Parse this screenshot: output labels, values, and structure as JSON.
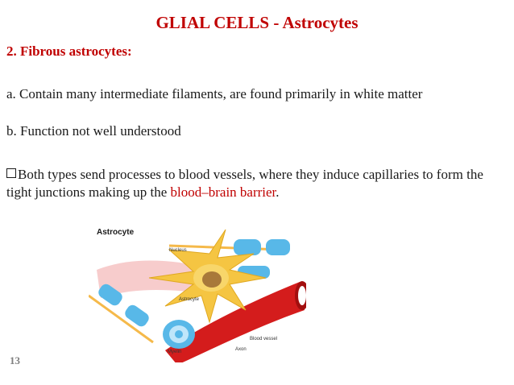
{
  "slide": {
    "title": "GLIAL CELLS - Astrocytes",
    "subtitle": "2. Fibrous astrocytes:",
    "point_a": "a. Contain many intermediate filaments, are found primarily in white matter",
    "point_b": "b. Function not well understood",
    "bullet_text_before": "Both types send processes to blood vessels, where they induce capillaries to form the tight junctions making up the ",
    "bullet_highlight": "blood–brain barrier",
    "bullet_text_after": ".",
    "slide_number": "13"
  },
  "diagram": {
    "heading": "Astrocyte",
    "labels": {
      "nucleus": "Nucleus",
      "astrocyte": "Astrocyte",
      "blood_vessel": "Blood vessel",
      "myelin": "Myelin",
      "axon": "Axon"
    }
  },
  "colors": {
    "accent_red": "#c00000",
    "cell_yellow": "#f5c542",
    "myelin_blue": "#58b8e8",
    "vessel_red": "#d41c1c"
  }
}
